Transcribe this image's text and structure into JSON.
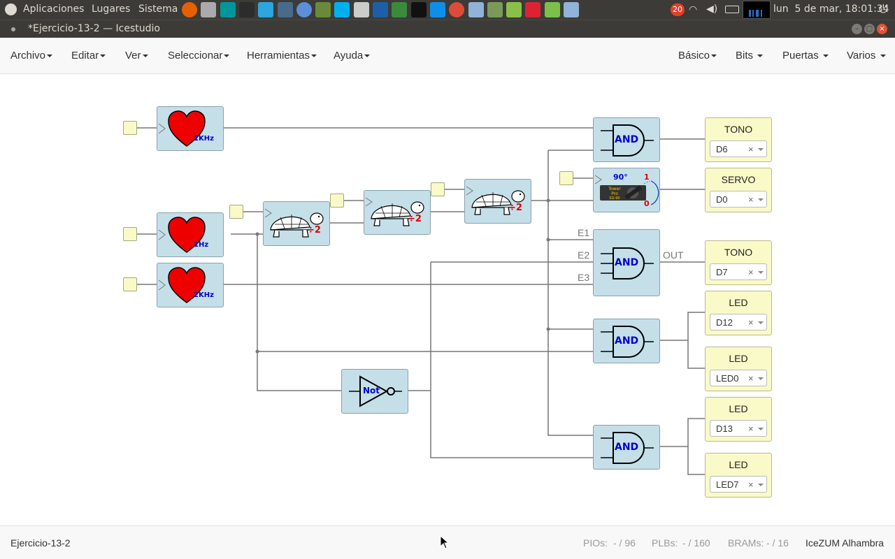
{
  "system_panel": {
    "menu_items": [
      "Aplicaciones",
      "Lugares",
      "Sistema"
    ],
    "notification_count": "20",
    "datetime": "lun  5 de mar, 18:01:34",
    "launcher_icons": [
      "firefox-icon",
      "files-icon",
      "arduino-icon",
      "terminal-icon",
      "telegram-icon",
      "monitor-icon",
      "chromium-icon",
      "settings-icon",
      "skype-icon",
      "calculator-icon",
      "virtualbox-icon",
      "spreadsheet-icon",
      "media-icon",
      "teamviewer-icon",
      "chrome-icon",
      "icestudio-icon",
      "app-icon",
      "gear-green-icon",
      "fritzing-icon",
      "cube-icon",
      "icestudio2-icon"
    ]
  },
  "window": {
    "title": "*Ejercicio-13-2 — Icestudio"
  },
  "menubar": {
    "left": [
      "Archivo",
      "Editar",
      "Ver",
      "Seleccionar",
      "Herramientas",
      "Ayuda"
    ],
    "right": [
      "Básico",
      "Bits",
      "Puertas",
      "Varios"
    ]
  },
  "canvas": {
    "heart_blocks": [
      {
        "label": "1KHz"
      },
      {
        "label": "1Hz"
      },
      {
        "label": "2KHz"
      }
    ],
    "divider_label": "÷2",
    "and_label": "AND",
    "not_label": "Not",
    "servo": {
      "angle": "90°",
      "one": "1",
      "zero": "0",
      "brand": "Tower Pro SG-90"
    },
    "port_labels": {
      "e1": "E1",
      "e2": "E2",
      "e3": "E3",
      "out": "OUT"
    },
    "outputs": [
      {
        "label": "TONO",
        "pin": "D6"
      },
      {
        "label": "SERVO",
        "pin": "D0"
      },
      {
        "label": "TONO",
        "pin": "D7"
      },
      {
        "label": "LED",
        "pin": "D12"
      },
      {
        "label": "LED",
        "pin": "LED0"
      },
      {
        "label": "LED",
        "pin": "D13"
      },
      {
        "label": "LED",
        "pin": "LED7"
      }
    ],
    "remove_symbol": "×"
  },
  "statusbar": {
    "project": "Ejercicio-13-2",
    "pios_label": "PIOs:",
    "pios_value": "- / 96",
    "plbs_label": "PLBs:",
    "plbs_value": "- / 160",
    "brams_label": "BRAMs:",
    "brams_value": "- / 16",
    "board": "IceZUM Alhambra"
  },
  "colors": {
    "block_bg": "#c5dfe9",
    "io_bg": "#fafac8",
    "heart": "#ee0000",
    "and_text": "#0000cc",
    "divider_text": "#dd0000"
  }
}
